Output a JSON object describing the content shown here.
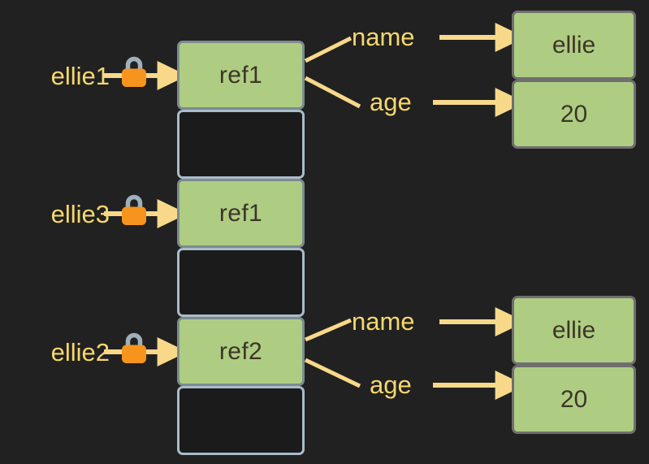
{
  "diagram": {
    "title": "object reference memory diagram",
    "background_color": "#212121",
    "colors": {
      "background": "#212121",
      "filled_cell": "#afcd82",
      "empty_cell": "#1b1b1b",
      "cell_border": "#a9bcc9",
      "object_border": "#6f6f6f",
      "cell_text": "#3d3529",
      "label_text": "#f5d76e",
      "arrow": "#f8d98a",
      "lock_body": "#f7941e",
      "lock_shackle": "#9fb0bd"
    }
  },
  "variables": [
    {
      "name": "ellie1",
      "icon": "lock-icon",
      "points_to": "ref1"
    },
    {
      "name": "ellie3",
      "icon": "lock-icon",
      "points_to": "ref1"
    },
    {
      "name": "ellie2",
      "icon": "lock-icon",
      "points_to": "ref2"
    }
  ],
  "stack": {
    "cells": [
      {
        "value": "ref1",
        "filled": true
      },
      {
        "value": "",
        "filled": false
      },
      {
        "value": "ref1",
        "filled": true
      },
      {
        "value": "",
        "filled": false
      },
      {
        "value": "ref2",
        "filled": true
      },
      {
        "value": "",
        "filled": false
      }
    ]
  },
  "objects": [
    {
      "source_ref": "ref1",
      "fields": [
        {
          "key": "name",
          "value": "ellie"
        },
        {
          "key": "age",
          "value": "20"
        }
      ]
    },
    {
      "source_ref": "ref2",
      "fields": [
        {
          "key": "name",
          "value": "ellie"
        },
        {
          "key": "age",
          "value": "20"
        }
      ]
    }
  ]
}
